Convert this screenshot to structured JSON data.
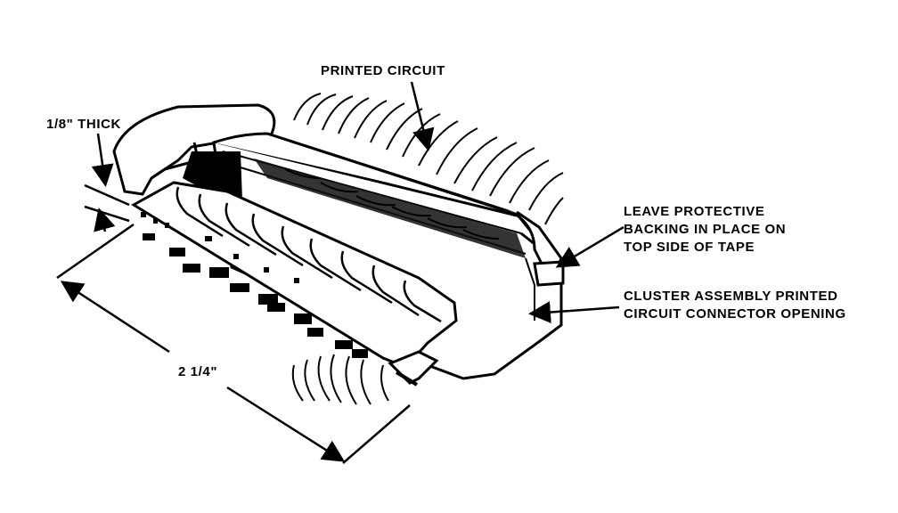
{
  "labels": {
    "printed_circuit": "PRINTED CIRCUIT",
    "thickness": "1/8\" THICK",
    "width": "2 1/4\"",
    "backing": "LEAVE PROTECTIVE\nBACKING IN PLACE ON\nTOP SIDE OF TAPE",
    "cluster": "CLUSTER ASSEMBLY PRINTED\nCIRCUIT CONNECTOR OPENING"
  },
  "colors": {
    "ink": "#000000",
    "paper": "#ffffff"
  }
}
